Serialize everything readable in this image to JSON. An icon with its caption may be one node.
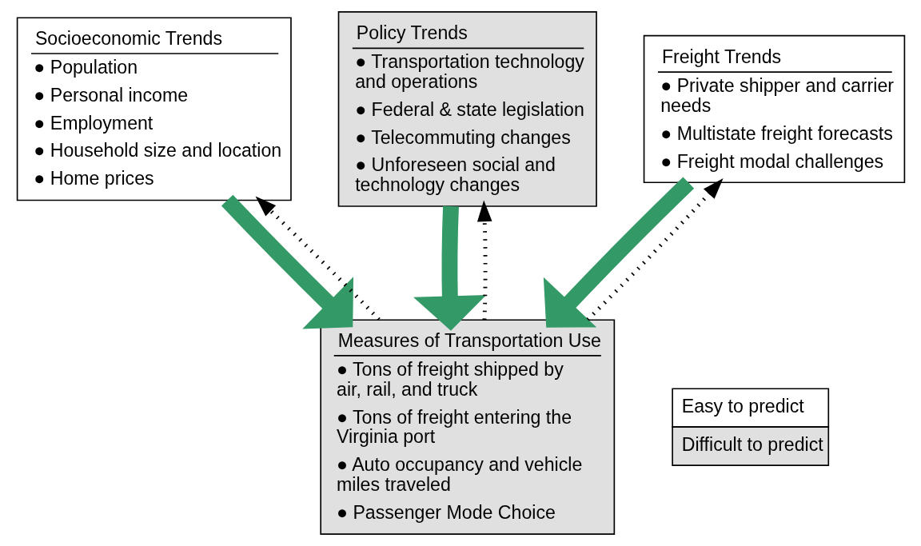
{
  "diagram": {
    "nodes": [
      {
        "text": [
          "Socioeconomic Trends",
          "● Population",
          "● Personal income",
          "● Employment",
          "● Household size and location",
          "● Home prices"
        ]
      },
      {
        "text": [
          "Policy Trends",
          "● Transportation technology and operations",
          "● Federal & state legislation",
          "● Telecommuting changes",
          "● Unforeseen social and technology changes"
        ]
      },
      {
        "text": [
          "Freight Trends",
          "● Private shipper and carrier needs",
          "● Multistate freight forecasts",
          "● Freight modal challenges"
        ]
      },
      {
        "text": [
          "Measures of Transportation Use",
          "● Tons of freight shipped by air, rail, and truck",
          "● Tons of freight entering the Virginia port",
          "● Auto occupancy and vehicle miles traveled",
          "● Passenger Mode Choice"
        ]
      }
    ],
    "edges": [
      {
        "from": 0,
        "to": 3,
        "arrow": "to",
        "style": "thick",
        "color": "#339966"
      },
      {
        "from": 1,
        "to": 3,
        "arrow": "to",
        "style": "thick",
        "color": "#339966"
      },
      {
        "from": 2,
        "to": 3,
        "arrow": "to",
        "style": "thick",
        "color": "#339966"
      },
      {
        "from": 3,
        "to": 0,
        "arrow": "to",
        "style": "dashed",
        "color": "#000000"
      },
      {
        "from": 3,
        "to": 1,
        "arrow": "to",
        "style": "dashed",
        "color": "#000000"
      },
      {
        "from": 3,
        "to": 2,
        "arrow": "to",
        "style": "dashed",
        "color": "#000000"
      }
    ],
    "legend": [
      {
        "text": "Easy to predict",
        "color": "#ffffff"
      },
      {
        "text": "Difficult to predict",
        "color": "#e0e0e0"
      }
    ]
  }
}
